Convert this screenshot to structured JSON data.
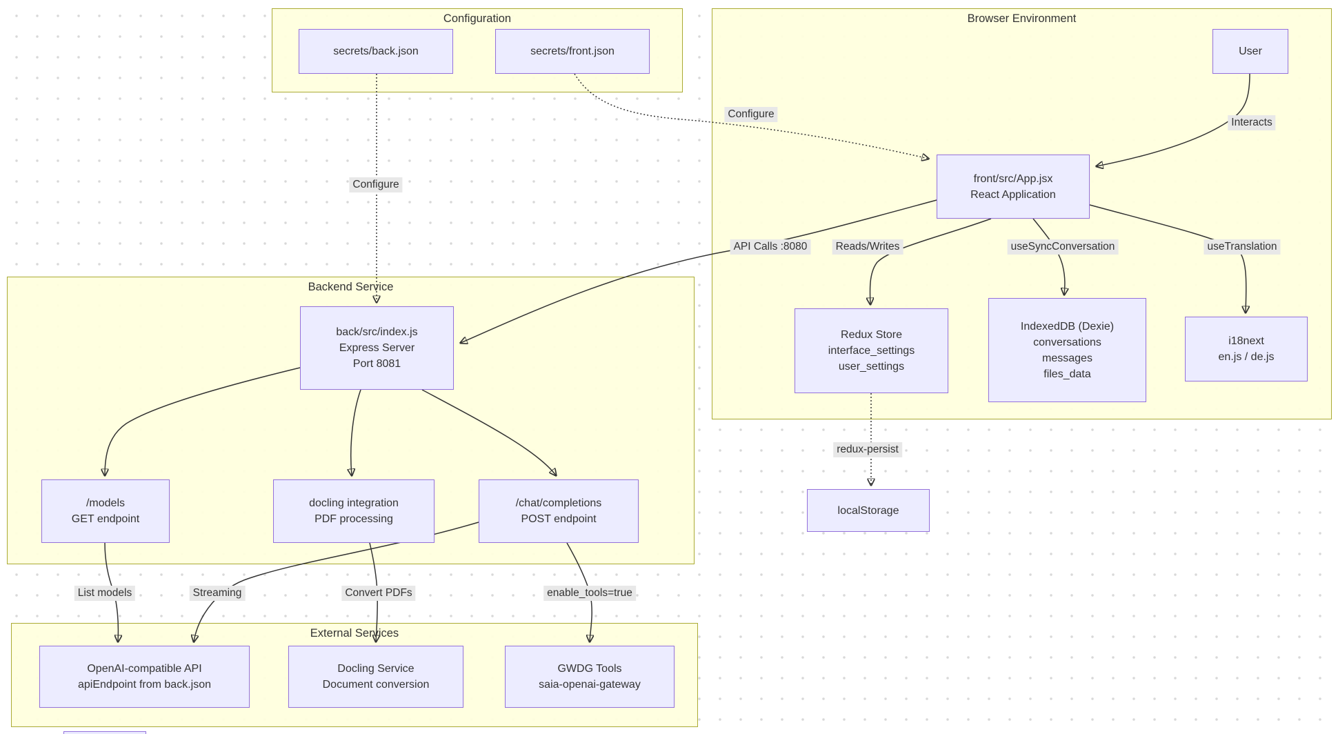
{
  "subgraphs": {
    "configuration": {
      "title": "Configuration"
    },
    "browser": {
      "title": "Browser Environment"
    },
    "backend": {
      "title": "Backend Service"
    },
    "external": {
      "title": "External Services"
    }
  },
  "nodes": {
    "back_json": {
      "lines": [
        "secrets/back.json"
      ]
    },
    "front_json": {
      "lines": [
        "secrets/front.json"
      ]
    },
    "user": {
      "lines": [
        "User"
      ]
    },
    "app": {
      "lines": [
        "front/src/App.jsx",
        "React Application"
      ]
    },
    "redux": {
      "lines": [
        "Redux Store",
        "interface_settings",
        "user_settings"
      ]
    },
    "indexeddb": {
      "lines": [
        "IndexedDB (Dexie)",
        "conversations",
        "messages",
        "files_data"
      ]
    },
    "i18next": {
      "lines": [
        "i18next",
        "en.js / de.js"
      ]
    },
    "index_js": {
      "lines": [
        "back/src/index.js",
        "Express Server",
        "Port 8081"
      ]
    },
    "models": {
      "lines": [
        "/models",
        "GET endpoint"
      ]
    },
    "docling": {
      "lines": [
        "docling integration",
        "PDF processing"
      ]
    },
    "chat": {
      "lines": [
        "/chat/completions",
        "POST endpoint"
      ]
    },
    "openai": {
      "lines": [
        "OpenAI-compatible API",
        "apiEndpoint from back.json"
      ]
    },
    "docling_service": {
      "lines": [
        "Docling Service",
        "Document conversion"
      ]
    },
    "gwdg": {
      "lines": [
        "GWDG Tools",
        "saia-openai-gateway"
      ]
    },
    "localstorage": {
      "lines": [
        "localStorage"
      ]
    }
  },
  "edge_labels": {
    "configure_back": "Configure",
    "configure_front": "Configure",
    "interacts": "Interacts",
    "api_calls": "API Calls :8080",
    "reads_writes": "Reads/Writes",
    "use_sync": "useSyncConversation",
    "use_translation": "useTranslation",
    "redux_persist": "redux-persist",
    "list_models": "List models",
    "streaming": "Streaming",
    "convert_pdfs": "Convert PDFs",
    "enable_tools": "enable_tools=true"
  },
  "colors": {
    "node_fill": "#ECECFF",
    "node_border": "#9370DB",
    "subgraph_fill": "#FFFFDE",
    "subgraph_border": "#AAAA33",
    "edge": "#333333",
    "edge_label_bg": "#E8E8E8",
    "text": "#333333",
    "canvas_dot": "#D8D8D8"
  }
}
